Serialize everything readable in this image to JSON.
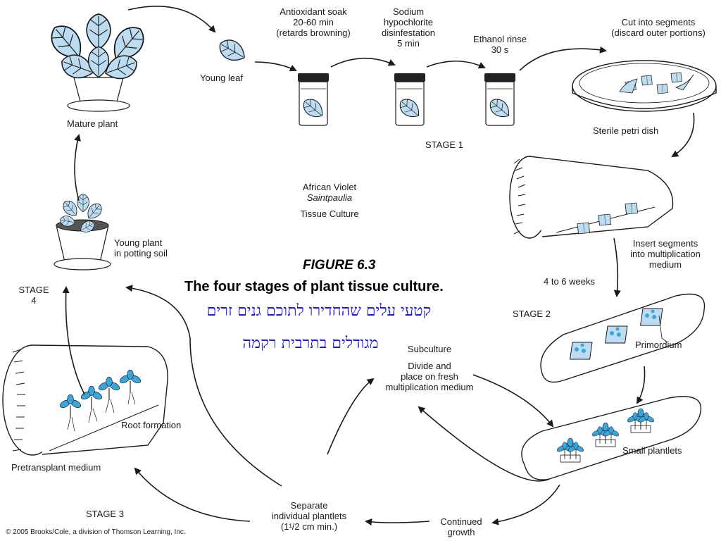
{
  "figure": {
    "number": "FIGURE 6.3",
    "title": "The four stages of plant tissue culture."
  },
  "center_label": {
    "line1": "African Violet",
    "line2": "Saintpaulia",
    "line3": "Tissue Culture"
  },
  "hebrew_note": {
    "line1": "קטעי עלים שהחדירו לתוכם גנים זרים",
    "line2": "מגודלים בתרבית רקמה"
  },
  "labels": {
    "mature_plant": "Mature plant",
    "young_leaf": "Young leaf",
    "antioxidant_1": "Antioxidant soak",
    "antioxidant_2": "20-60 min",
    "antioxidant_3": "(retards browning)",
    "sodium_1": "Sodium",
    "sodium_2": "hypochlorite",
    "sodium_3": "disinfestation",
    "sodium_4": "5 min",
    "ethanol_1": "Ethanol rinse",
    "ethanol_2": "30 s",
    "cut_1": "Cut into segments",
    "cut_2": "(discard outer portions)",
    "petri": "Sterile petri dish",
    "stage1": "STAGE 1",
    "insert_1": "Insert segments",
    "insert_2": "into multiplication",
    "insert_3": "medium",
    "weeks": "4 to 6 weeks",
    "stage2": "STAGE 2",
    "primordium": "Primordium",
    "subculture": "Subculture",
    "divide_1": "Divide and",
    "divide_2": "place on fresh",
    "divide_3": "multiplication medium",
    "small_plantlets": "Small plantlets",
    "continued_1": "Continued",
    "continued_2": "growth",
    "separate_1": "Separate",
    "separate_2": "individual plantlets",
    "separate_3": "(1¹/2 cm min.)",
    "stage3": "STAGE 3",
    "pretransplant": "Pretransplant medium",
    "root_formation": "Root formation",
    "stage4_1": "STAGE",
    "stage4_2": "4",
    "young_plant_1": "Young plant",
    "young_plant_2": "in potting soil"
  },
  "copyright": "© 2005 Brooks/Cole, a division of Thomson Learning, Inc.",
  "colors": {
    "leaf_fill": "#bcdcf2",
    "plantlet_fill": "#3aa6de",
    "line": "#1a1a1a",
    "hebrew_text": "#1a1acc"
  },
  "icons": [
    "leaf-icon",
    "jar-icon",
    "petri-dish-icon",
    "plant-pot-icon",
    "plantlet-icon",
    "arrow-icon"
  ]
}
